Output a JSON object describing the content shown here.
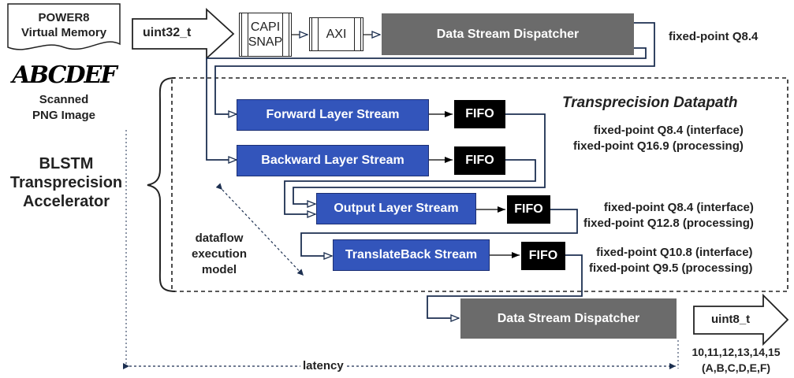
{
  "memory": {
    "line1": "POWER8",
    "line2": "Virtual Memory"
  },
  "scanned": {
    "glyphs": "ABCDEF",
    "line1": "Scanned",
    "line2": "PNG Image"
  },
  "accelerator": {
    "line1": "BLSTM",
    "line2": "Transprecision",
    "line3": "Accelerator"
  },
  "input_type": "uint32_t",
  "output_type": "uint8_t",
  "capi": {
    "line1": "CAPI",
    "line2": "SNAP"
  },
  "axi": "AXI",
  "dispatcher_top": "Data Stream Dispatcher",
  "dispatcher_bottom": "Data Stream Dispatcher",
  "top_format": "fixed-point Q8.4",
  "datapath_title": "Transprecision Datapath",
  "streams": {
    "forward": "Forward Layer Stream",
    "backward": "Backward Layer Stream",
    "output": "Output Layer Stream",
    "translate": "TranslateBack  Stream"
  },
  "fifo": "FIFO",
  "formats": {
    "lstm_interface": "fixed-point Q8.4 (interface)",
    "lstm_processing": "fixed-point Q16.9 (processing)",
    "output_interface": "fixed-point Q8.4 (interface)",
    "output_processing": "fixed-point Q12.8 (processing)",
    "translate_interface": "fixed-point Q10.8 (interface)",
    "translate_processing": "fixed-point Q9.5 (processing)"
  },
  "dataflow": {
    "line1": "dataflow",
    "line2": "execution",
    "line3": "model"
  },
  "latency": "latency",
  "output_values": {
    "line1": "10,11,12,13,14,15",
    "line2": "(A,B,C,D,E,F)"
  }
}
